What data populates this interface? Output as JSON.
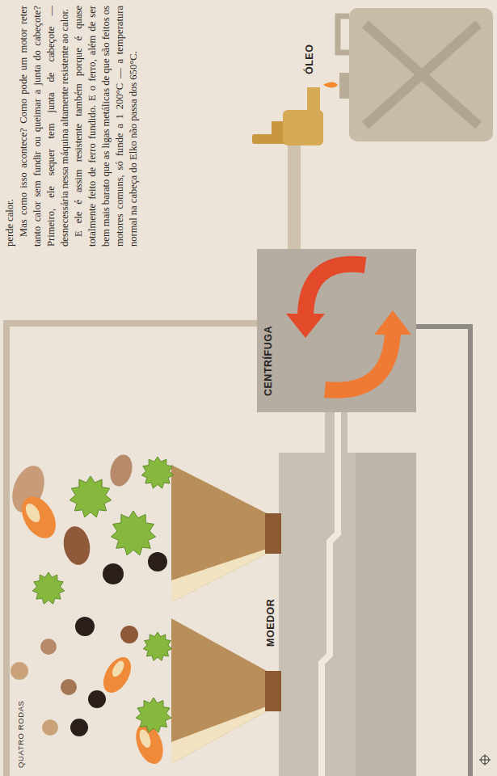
{
  "diagram": {
    "nodes": [
      {
        "text": [
          "CENTRÍFUGA"
        ]
      }
    ],
    "labels": [
      "perde calor.",
      "Mas como isso acontece? Como pode um motor reter tanto calor sem fundir ou queimar a junta do cabeçote? Primeiro, ele sequer tem junta de cabeçote — desnecessária nessa máquina altamente resistente ao calor.",
      "E ele é assim resistente também porque é quase totalmente feito de ferro fundido. E o ferro, além de ser bem mais barato que as ligas metálicas de que são feitos os motores comuns, só funde a 1 200°C — a temperatura normal na cabeça do Elko não passa dos 650°C.",
      "MOEDOR",
      "ÓLEO",
      "QUATRO RODAS"
    ]
  }
}
